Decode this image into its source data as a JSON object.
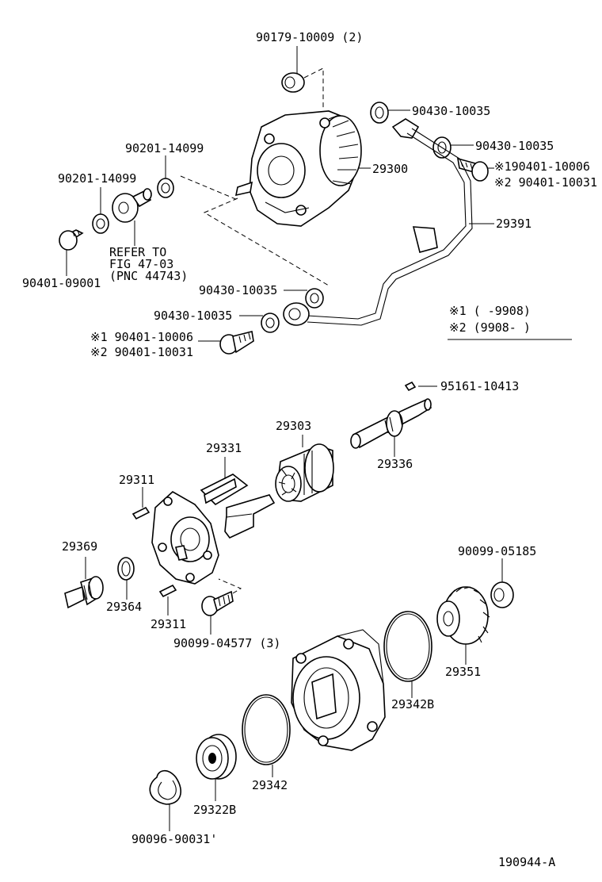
{
  "diagram_id": "190944-A",
  "notes": {
    "n1": "※1 (      -9908)",
    "n2": "※2 (9908-      )"
  },
  "labels": {
    "l_90179_10009": "90179-10009 (2)",
    "l_90430_top1": "90430-10035",
    "l_90430_top2": "90430-10035",
    "l_90401_10006_r": "※190401-10006",
    "l_90401_10031_r": "※2 90401-10031",
    "l_29300": "29300",
    "l_29391": "29391",
    "l_90201_a": "90201-14099",
    "l_90201_b": "90201-14099",
    "refer_1": "REFER TO",
    "refer_2": "FIG 47-03",
    "refer_3": "(PNC 44743)",
    "l_90401_09001": "90401-09001",
    "l_90430_mid1": "90430-10035",
    "l_90430_mid2": "90430-10035",
    "l_90401_10006_l": "※1 90401-10006",
    "l_90401_10031_l": "※2 90401-10031",
    "l_95161": "95161-10413",
    "l_29303": "29303",
    "l_29331": "29331",
    "l_29336": "29336",
    "l_29311_a": "29311",
    "l_29311_b": "29311",
    "l_29369": "29369",
    "l_29364": "29364",
    "l_90099_04577": "90099-04577 (3)",
    "l_90099_05185": "90099-05185",
    "l_29351": "29351",
    "l_29342B": "29342B",
    "l_29342": "29342",
    "l_29322B": "29322B",
    "l_90096": "90096-90031'"
  }
}
